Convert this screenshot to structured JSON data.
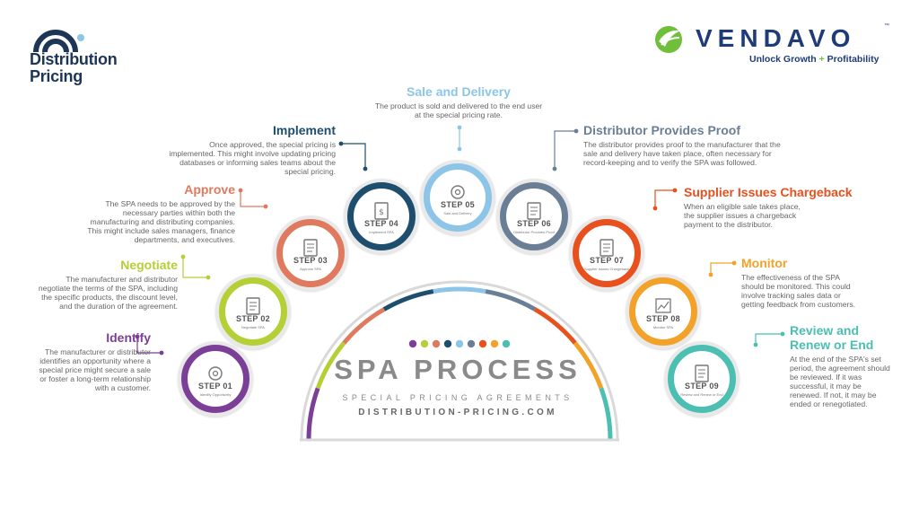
{
  "logos": {
    "distribution_pricing": {
      "line1": "Distribution",
      "line2": "Pricing"
    },
    "vendavo": {
      "name": "VENDAVO",
      "tagline_a": "Unlock Growth",
      "tagline_plus": "+",
      "tagline_b": "Profitability",
      "tm": "™"
    }
  },
  "center": {
    "title": "SPA PROCESS",
    "subtitle": "SPECIAL PRICING AGREEMENTS",
    "url": "DISTRIBUTION-PRICING.COM"
  },
  "steps": [
    {
      "label": "STEP 01",
      "sub": "Identify Opportunity",
      "title": "Identify",
      "color": "#7b3f98",
      "desc": "The manufacturer or distributor identifies an opportunity where a special price might secure a sale or foster a long-term relationship with a customer."
    },
    {
      "label": "STEP 02",
      "sub": "Negotiate SPA",
      "title": "Negotiate",
      "color": "#b5cf36",
      "desc": "The manufacturer and distributor negotiate the terms of the SPA, including the specific products, the discount level, and the duration of the agreement."
    },
    {
      "label": "STEP 03",
      "sub": "Approve SPA",
      "title": "Approve",
      "color": "#e07a5f",
      "desc": "The SPA needs to be approved by the necessary parties within both the manufacturing and distributing companies. This might include sales managers, finance departments, and executives."
    },
    {
      "label": "STEP 04",
      "sub": "Implement SPA",
      "title": "Implement",
      "color": "#1d4e6e",
      "desc": "Once approved, the special pricing is implemented. This might involve updating pricing databases or informing sales teams about the special pricing."
    },
    {
      "label": "STEP 05",
      "sub": "Sale and Delivery",
      "title": "Sale and Delivery",
      "color": "#8cc5e8",
      "desc": "The product is sold and delivered to the end user at the special pricing rate."
    },
    {
      "label": "STEP 06",
      "sub": "Distributor Provides Proof",
      "title": "Distributor Provides Proof",
      "color": "#6a7f96",
      "desc": "The distributor provides proof to the manufacturer that the sale and delivery have taken place, often necessary for record-keeping and to verify the SPA was followed."
    },
    {
      "label": "STEP 07",
      "sub": "Supplier Issues Chargeback",
      "title": "Supplier Issues Chargeback",
      "color": "#e8501e",
      "desc": "When an eligible sale takes place, the supplier issues a chargeback payment to the distributor."
    },
    {
      "label": "STEP 08",
      "sub": "Monitor SPA",
      "title": "Monitor",
      "color": "#f3a229",
      "desc": "The effectiveness of the SPA should be monitored. This could involve tracking sales data or getting feedback from customers."
    },
    {
      "label": "STEP 09",
      "sub": "Review and Renew or End",
      "title": "Review and Renew or End",
      "color": "#4bbfb1",
      "desc": "At the end of the SPA's set period, the agreement should be reviewed. If it was successful, it may be renewed. If not, it may be ended or renegotiated."
    }
  ],
  "colors": {
    "gray_base": "#d9d9d9",
    "title_gray": "#8a8a8a",
    "navy": "#1f3c78",
    "green": "#6fbf3a"
  }
}
